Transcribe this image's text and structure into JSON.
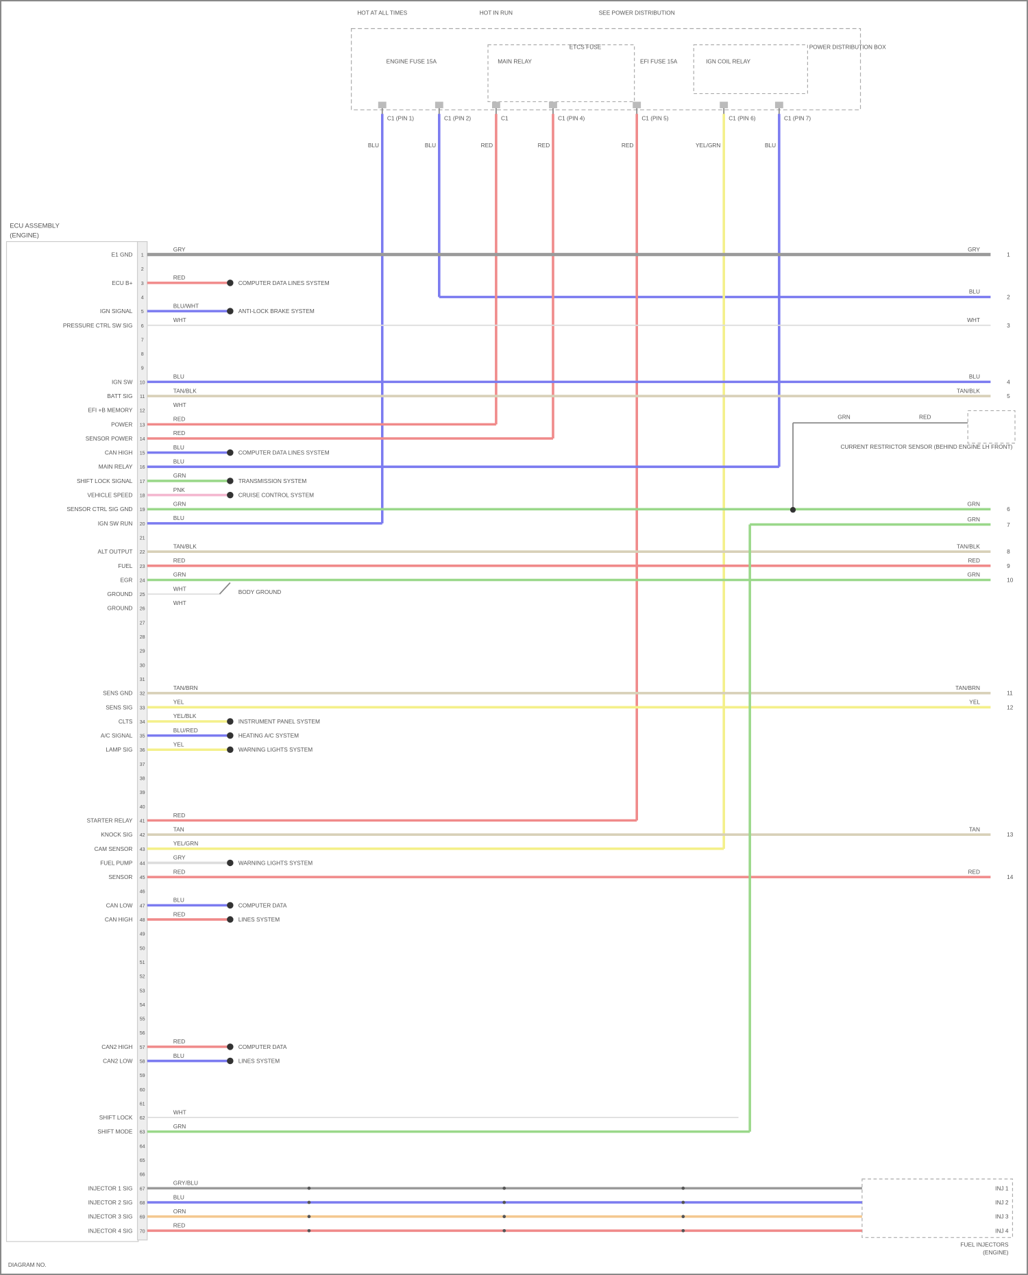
{
  "diagram": {
    "module_title": [
      "ECU ASSEMBLY",
      "(ENGINE)"
    ],
    "footer_code": "DIAGRAM NO.",
    "top_sources": [
      "HOT AT ALL TIMES",
      "HOT IN RUN",
      "SEE POWER DISTRIBUTION"
    ],
    "top_components": [
      "ENGINE FUSE 15A",
      "MAIN RELAY",
      "EFI FUSE 15A",
      "ETCS FUSE",
      "IGN COIL RELAY",
      "POWER DISTRIBUTION BOX"
    ],
    "colors": {
      "BLU": "#7b7bf0",
      "RED": "#f08a8a",
      "GRY": "#9a9a9a",
      "YEL": "#f4f08a",
      "GRN": "#9ad88a",
      "TAN": "#d8d0b8",
      "PNK": "#f4b8d0",
      "ORN": "#f4c890",
      "WHT": "#dddddd"
    },
    "vertical_wires": [
      {
        "connector": "C1 (PIN 1)",
        "color": "BLU",
        "label": "BLU",
        "pin": 20
      },
      {
        "connector": "C1 (PIN 2)",
        "color": "BLU",
        "label": "BLU",
        "pin": 4
      },
      {
        "connector": "C1",
        "color": "RED",
        "label": "RED",
        "pin": 13
      },
      {
        "connector": "C1 (PIN 4)",
        "color": "RED",
        "label": "RED",
        "pin": 14
      },
      {
        "connector": "C1 (PIN 5)",
        "color": "RED",
        "label": "RED",
        "pin": 41
      },
      {
        "connector": "C1 (PIN 6)",
        "color": "YEL",
        "label": "YEL/GRN",
        "pin": 43
      },
      {
        "connector": "C1 (PIN 7)",
        "color": "BLU",
        "label": "BLU",
        "pin": 16
      }
    ],
    "pins": [
      {
        "pin": 1,
        "name": "E1 GND",
        "color": "GRY",
        "wire": "GRY",
        "right": "GRY",
        "rpin": "1",
        "full": true
      },
      {
        "pin": 3,
        "name": "ECU B+",
        "color": "RED",
        "wire": "RED",
        "dest": "COMPUTER DATA LINES SYSTEM"
      },
      {
        "pin": 4,
        "name": "",
        "color": "BLU",
        "wire": "",
        "right": "BLU",
        "rpin": "2"
      },
      {
        "pin": 5,
        "name": "IGN SIGNAL",
        "color": "BLU",
        "wire": "BLU/WHT",
        "dest": "ANTI-LOCK BRAKE SYSTEM"
      },
      {
        "pin": 6,
        "name": "PRESSURE CTRL SW SIG",
        "color": "WHT",
        "wire": "WHT",
        "right": "WHT",
        "rpin": "3",
        "full": true,
        "thin": true
      },
      {
        "pin": 10,
        "name": "IGN SW",
        "color": "BLU",
        "wire": "BLU",
        "right": "BLU",
        "rpin": "4",
        "full": true
      },
      {
        "pin": 11,
        "name": "BATT SIG",
        "color": "TAN",
        "wire": "TAN/BLK",
        "right": "TAN/BLK",
        "rpin": "5",
        "full": true
      },
      {
        "pin": 12,
        "name": "EFI +B MEMORY",
        "color": "WHT",
        "wire": "WHT"
      },
      {
        "pin": 13,
        "name": "POWER",
        "color": "RED",
        "wire": "RED"
      },
      {
        "pin": 14,
        "name": "SENSOR POWER",
        "color": "RED",
        "wire": "RED"
      },
      {
        "pin": 15,
        "name": "CAN HIGH",
        "color": "BLU",
        "wire": "BLU",
        "dest": "COMPUTER DATA LINES SYSTEM"
      },
      {
        "pin": 16,
        "name": "MAIN RELAY",
        "color": "BLU",
        "wire": "BLU"
      },
      {
        "pin": 17,
        "name": "SHIFT LOCK SIGNAL",
        "color": "GRN",
        "wire": "GRN",
        "dest": "TRANSMISSION SYSTEM"
      },
      {
        "pin": 18,
        "name": "VEHICLE SPEED",
        "color": "PNK",
        "wire": "PNK",
        "dest": "CRUISE CONTROL SYSTEM"
      },
      {
        "pin": 19,
        "name": "SENSOR CTRL SIG GND",
        "color": "GRN",
        "wire": "GRN",
        "right": "GRN",
        "rpin": "6",
        "full": true
      },
      {
        "pin": 20,
        "name": "IGN SW RUN",
        "color": "BLU",
        "wire": "BLU"
      },
      {
        "pin": 22,
        "name": "ALT OUTPUT",
        "color": "TAN",
        "wire": "TAN/BLK",
        "right": "TAN/BLK",
        "rpin": "8",
        "full": true
      },
      {
        "pin": 23,
        "name": "FUEL",
        "color": "RED",
        "wire": "RED",
        "right": "RED",
        "rpin": "9",
        "full": true
      },
      {
        "pin": 24,
        "name": "EGR",
        "color": "GRN",
        "wire": "GRN",
        "right": "GRN",
        "rpin": "10",
        "full": true
      },
      {
        "pin": 25,
        "name": "GROUND",
        "color": "WHT",
        "wire": "WHT",
        "dest": "BODY GROUND",
        "ground": true
      },
      {
        "pin": 26,
        "name": "GROUND",
        "color": "WHT",
        "wire": "WHT"
      },
      {
        "pin": 32,
        "name": "SENS GND",
        "color": "TAN",
        "wire": "TAN/BRN",
        "right": "TAN/BRN",
        "rpin": "11",
        "full": true
      },
      {
        "pin": 33,
        "name": "SENS SIG",
        "color": "YEL",
        "wire": "YEL",
        "right": "YEL",
        "rpin": "12",
        "full": true
      },
      {
        "pin": 34,
        "name": "CLTS",
        "color": "YEL",
        "wire": "YEL/BLK",
        "dest": "INSTRUMENT PANEL SYSTEM"
      },
      {
        "pin": 35,
        "name": "A/C SIGNAL",
        "color": "BLU",
        "wire": "BLU/RED",
        "dest": "HEATING A/C SYSTEM"
      },
      {
        "pin": 36,
        "name": "LAMP SIG",
        "color": "YEL",
        "wire": "YEL",
        "dest": "WARNING LIGHTS SYSTEM"
      },
      {
        "pin": 41,
        "name": "STARTER RELAY",
        "color": "RED",
        "wire": "RED"
      },
      {
        "pin": 42,
        "name": "KNOCK SIG",
        "color": "TAN",
        "wire": "TAN",
        "right": "TAN",
        "rpin": "13",
        "full": true
      },
      {
        "pin": 43,
        "name": "CAM SENSOR",
        "color": "YEL",
        "wire": "YEL/GRN"
      },
      {
        "pin": 44,
        "name": "FUEL PUMP",
        "color": "WHT",
        "wire": "GRY",
        "dest": "WARNING LIGHTS SYSTEM"
      },
      {
        "pin": 45,
        "name": "SENSOR",
        "color": "RED",
        "wire": "RED",
        "right": "RED",
        "rpin": "14",
        "full": true
      },
      {
        "pin": 47,
        "name": "CAN LOW",
        "color": "BLU",
        "wire": "BLU",
        "dest": "COMPUTER DATA"
      },
      {
        "pin": 48,
        "name": "CAN HIGH",
        "color": "RED",
        "wire": "RED",
        "dest": "LINES SYSTEM"
      },
      {
        "pin": 57,
        "name": "CAN2 HIGH",
        "color": "RED",
        "wire": "RED",
        "dest": "COMPUTER DATA"
      },
      {
        "pin": 58,
        "name": "CAN2 LOW",
        "color": "BLU",
        "wire": "BLU",
        "dest": "LINES SYSTEM"
      },
      {
        "pin": 62,
        "name": "SHIFT LOCK",
        "color": "WHT",
        "wire": "WHT"
      },
      {
        "pin": 63,
        "name": "SHIFT MODE",
        "color": "GRN",
        "wire": "GRN"
      },
      {
        "pin": 67,
        "name": "INJECTOR 1 SIG",
        "color": "GRY",
        "wire": "GRY/BLU",
        "bottom": true
      },
      {
        "pin": 68,
        "name": "INJECTOR 2 SIG",
        "color": "BLU",
        "wire": "BLU",
        "bottom": true
      },
      {
        "pin": 69,
        "name": "INJECTOR 3 SIG",
        "color": "ORN",
        "wire": "ORN",
        "bottom": true
      },
      {
        "pin": 70,
        "name": "INJECTOR 4 SIG",
        "color": "RED",
        "wire": "RED",
        "bottom": true
      }
    ],
    "right_component": {
      "label": "CURRENT RESTRICTOR SENSOR (BEHIND ENGINE LH FRONT)",
      "wire_a": "GRN",
      "wire_b": "RED"
    },
    "bottom_component": [
      "FUEL INJECTORS",
      "(ENGINE)"
    ],
    "injector_labels": [
      "INJ 1",
      "INJ 2",
      "INJ 3",
      "INJ 4"
    ]
  }
}
